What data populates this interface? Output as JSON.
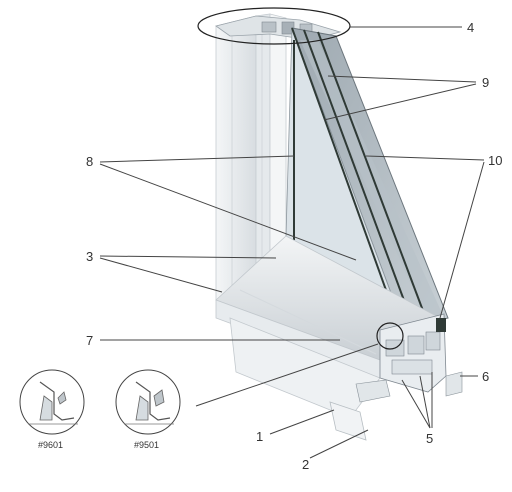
{
  "diagram": {
    "callouts": [
      {
        "id": "1",
        "label": "1"
      },
      {
        "id": "2",
        "label": "2"
      },
      {
        "id": "3",
        "label": "3"
      },
      {
        "id": "4",
        "label": "4"
      },
      {
        "id": "5",
        "label": "5"
      },
      {
        "id": "6",
        "label": "6"
      },
      {
        "id": "7",
        "label": "7"
      },
      {
        "id": "8",
        "label": "8"
      },
      {
        "id": "9",
        "label": "9"
      },
      {
        "id": "10",
        "label": "10"
      }
    ],
    "details": [
      {
        "caption": "#9601"
      },
      {
        "caption": "#9501"
      }
    ]
  },
  "colors": {
    "frame": "#eef1f3",
    "frame_shadow": "#cfd5da",
    "glass": "#aab6bd",
    "glass_light": "#dbe3e8",
    "leader": "#444444",
    "text": "#333333"
  }
}
